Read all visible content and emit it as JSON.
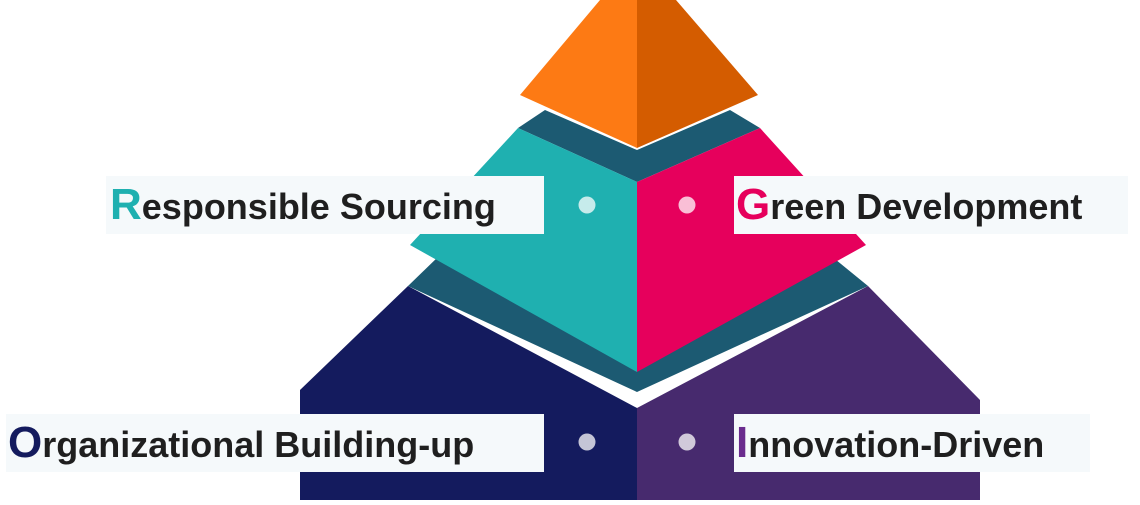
{
  "colors": {
    "top_left": "#fd7a14",
    "top_right": "#d45c00",
    "collar": "#1c5a72",
    "teal": "#1fb0b0",
    "magenta": "#e6005c",
    "navy": "#141b5e",
    "purple": "#472a6e",
    "dot": "#ffffff"
  },
  "labels": {
    "r": {
      "initial": "R",
      "rest": "esponsible Sourcing",
      "initial_color": "#1fb0b0"
    },
    "g": {
      "initial": "G",
      "rest": "reen Development",
      "initial_color": "#e6005c"
    },
    "o": {
      "initial": "O",
      "rest": "rganizational Building-up",
      "initial_color": "#141b5e"
    },
    "i": {
      "initial": "I",
      "rest": "nnovation-Driven",
      "initial_color": "#6a2c8e"
    }
  }
}
